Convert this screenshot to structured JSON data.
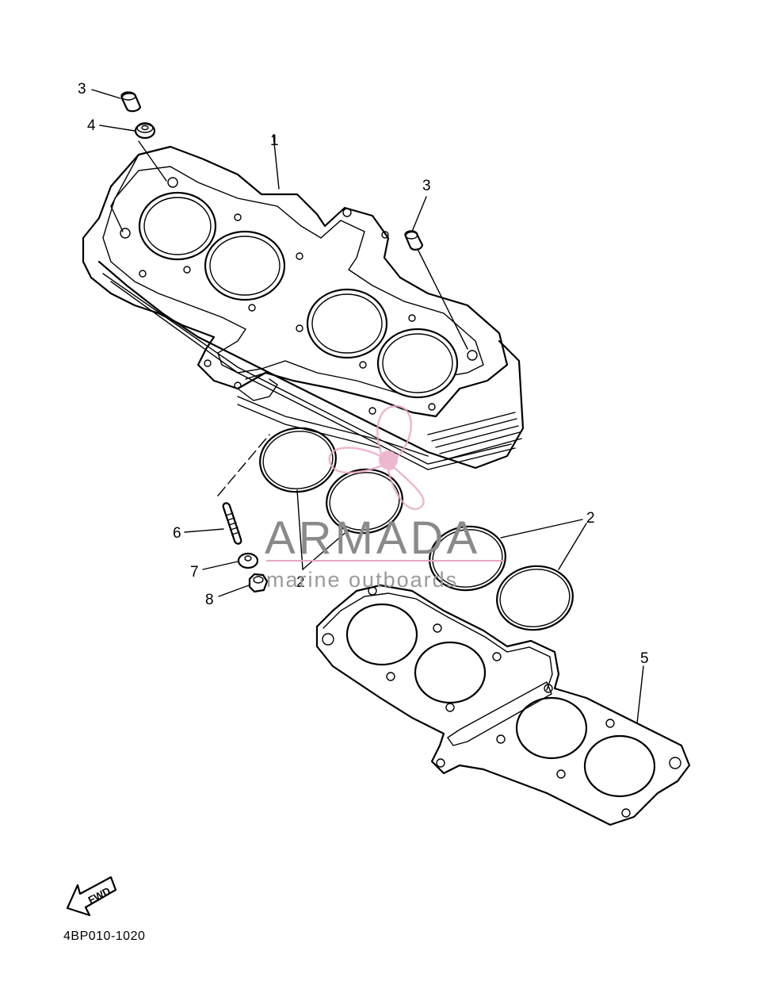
{
  "callouts": {
    "c1": "1",
    "c2a": "2",
    "c2b": "2",
    "c3a": "3",
    "c3b": "3",
    "c4": "4",
    "c5": "5",
    "c6": "6",
    "c7": "7",
    "c8": "8"
  },
  "fwd_label": "FWD",
  "diagram_code": "4BP010-1020",
  "watermark": {
    "title": "ARMADA",
    "subtitle": "marine outboards",
    "color": "#e9a6c6"
  }
}
